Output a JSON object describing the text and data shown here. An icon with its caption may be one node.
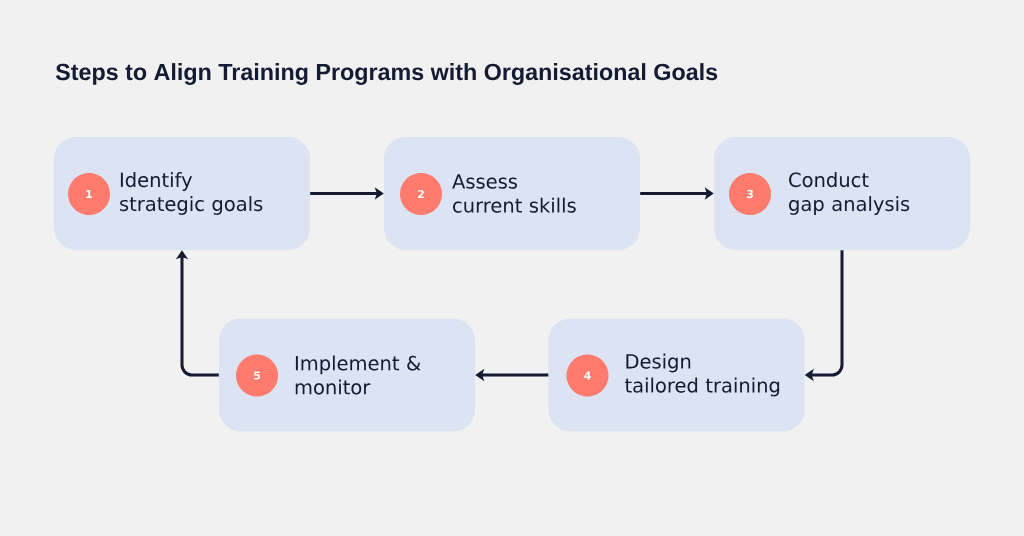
{
  "diagram": {
    "title": "Steps to Align Training Programs with Organisational Goals",
    "nodes": [
      {
        "text": [
          "Identify strategic goals"
        ]
      },
      {
        "text": [
          "1"
        ],
        "in": 0
      },
      {
        "text": [
          "Assess current skills"
        ]
      },
      {
        "text": [
          "2"
        ],
        "in": 2
      },
      {
        "text": [
          "Conduct gap analysis"
        ]
      },
      {
        "text": [
          "3"
        ],
        "in": 4
      },
      {
        "text": [
          "Design tailored training"
        ]
      },
      {
        "text": [
          "4"
        ],
        "in": 6
      },
      {
        "text": [
          "Implement & monitor"
        ]
      },
      {
        "text": [
          "5"
        ],
        "in": 8
      }
    ],
    "edges": [
      {
        "from": 0,
        "to": 2,
        "arrow": "to"
      },
      {
        "from": 2,
        "to": 4,
        "arrow": "to"
      },
      {
        "from": 4,
        "to": 6,
        "arrow": "to"
      },
      {
        "from": 6,
        "to": 8,
        "arrow": "to"
      },
      {
        "from": 8,
        "to": 0,
        "arrow": "to"
      }
    ]
  }
}
